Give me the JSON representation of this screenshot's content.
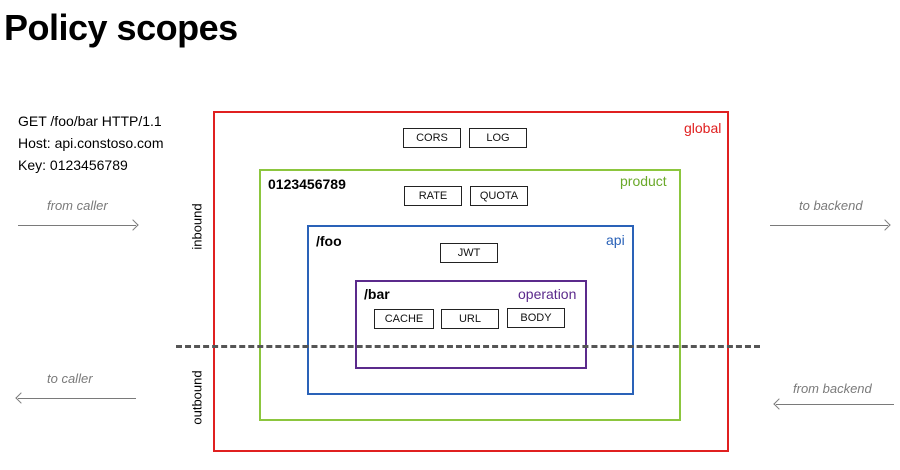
{
  "title": "Policy scopes",
  "request": {
    "line1": "GET /foo/bar HTTP/1.1",
    "line2": "Host: api.constoso.com",
    "line3": "Key: 0123456789"
  },
  "flows": {
    "from_caller": "from caller",
    "to_backend": "to backend",
    "to_caller": "to caller",
    "from_backend": "from backend"
  },
  "sections": {
    "inbound": "inbound",
    "outbound": "outbound"
  },
  "scopes": {
    "global": {
      "name": "global",
      "color": "#e02020",
      "policies": [
        "CORS",
        "LOG"
      ]
    },
    "product": {
      "name": "product",
      "key": "0123456789",
      "color": "#8cc63e",
      "policies": [
        "RATE",
        "QUOTA"
      ]
    },
    "api": {
      "name": "api",
      "key": "/foo",
      "color": "#2a62b8",
      "policies": [
        "JWT"
      ]
    },
    "operation": {
      "name": "operation",
      "key": "/bar",
      "color": "#5b2a8c",
      "policies": [
        "CACHE",
        "URL",
        "BODY"
      ]
    }
  }
}
